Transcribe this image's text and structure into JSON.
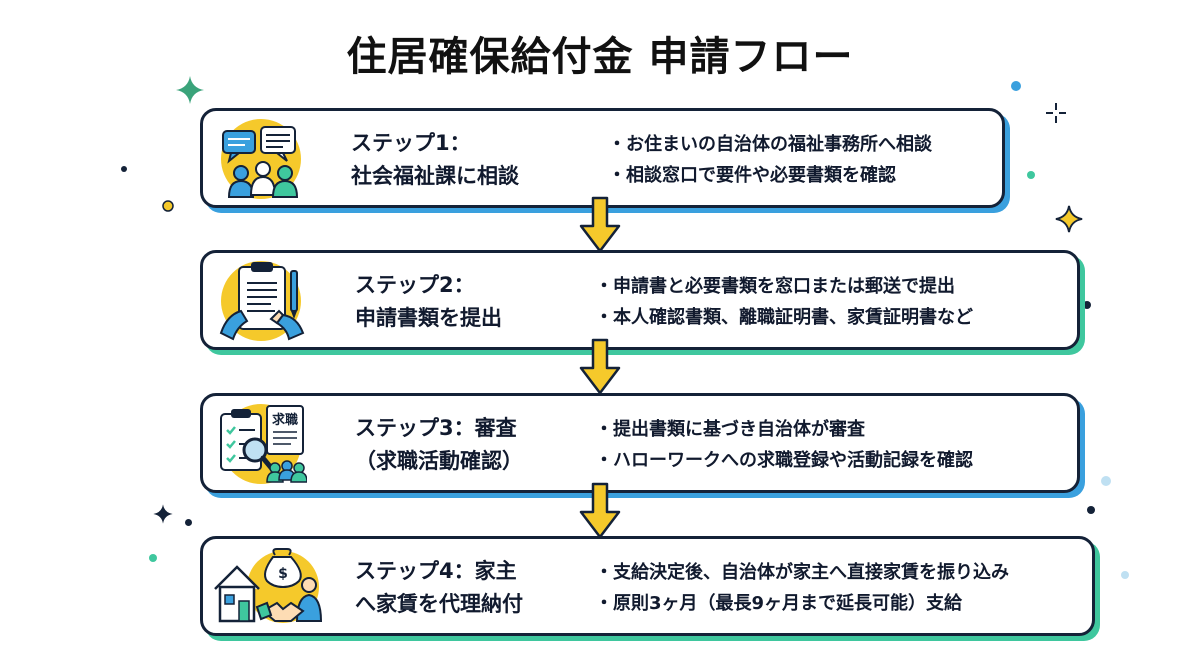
{
  "title": "住居確保給付金 申請フロー",
  "steps": [
    {
      "title_line1": "ステップ1：",
      "title_line2": "社会福祉課に相談",
      "icon": "consultation-icon",
      "bullets": [
        "お住まいの自治体の福祉事務所へ相談",
        "相談窓口で要件や必要書類を確認"
      ]
    },
    {
      "title_line1": "ステップ2：",
      "title_line2": "申請書類を提出",
      "icon": "clipboard-document-icon",
      "bullets": [
        "申請書と必要書類を窓口または郵送で提出",
        "本人確認書類、離職証明書、家賃証明書など"
      ]
    },
    {
      "title_line1": "ステップ3：審査",
      "title_line2": "（求職活動確認）",
      "icon": "review-job-search-icon",
      "icon_text": "求職",
      "bullets": [
        "提出書類に基づき自治体が審査",
        "ハローワークへの求職登録や活動記録を確認"
      ]
    },
    {
      "title_line1": "ステップ4：家主",
      "title_line2": "へ家賃を代理納付",
      "icon": "house-payment-handshake-icon",
      "icon_text": "$",
      "bullets": [
        "支給決定後、自治体が家主へ直接家賃を振り込み",
        "原則3ヶ月（最長9ヶ月まで延長可能）支給"
      ]
    }
  ],
  "colors": {
    "navy": "#142238",
    "yellow": "#f5c92b",
    "blue": "#3aa0de",
    "teal": "#3fc79e"
  }
}
